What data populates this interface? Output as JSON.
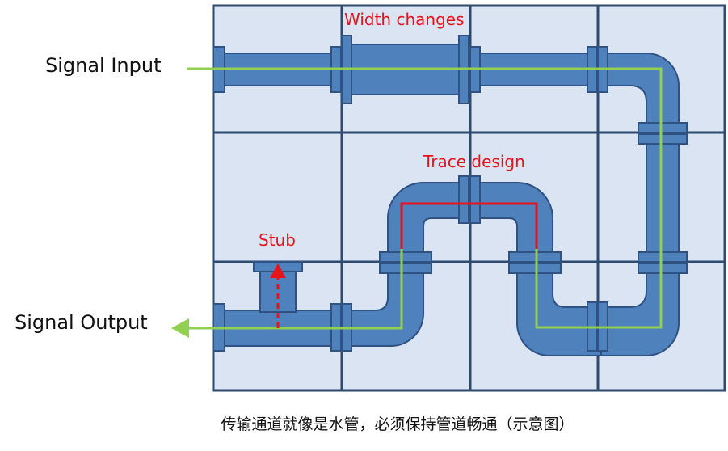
{
  "labels": {
    "signal_input": "Signal Input",
    "signal_output": "Signal Output",
    "width_changes": "Width changes",
    "trace_design": "Trace design",
    "stub": "Stub"
  },
  "caption": "传输通道就像是水管，必须保持管道畅通（示意图）",
  "colors": {
    "grid_fill": "#dbe4f2",
    "grid_line": "#2e4a6e",
    "pipe_fill": "#4f81bd",
    "pipe_stroke": "#2f5282",
    "signal_path": "#92d050",
    "highlight": "#e8141b"
  }
}
